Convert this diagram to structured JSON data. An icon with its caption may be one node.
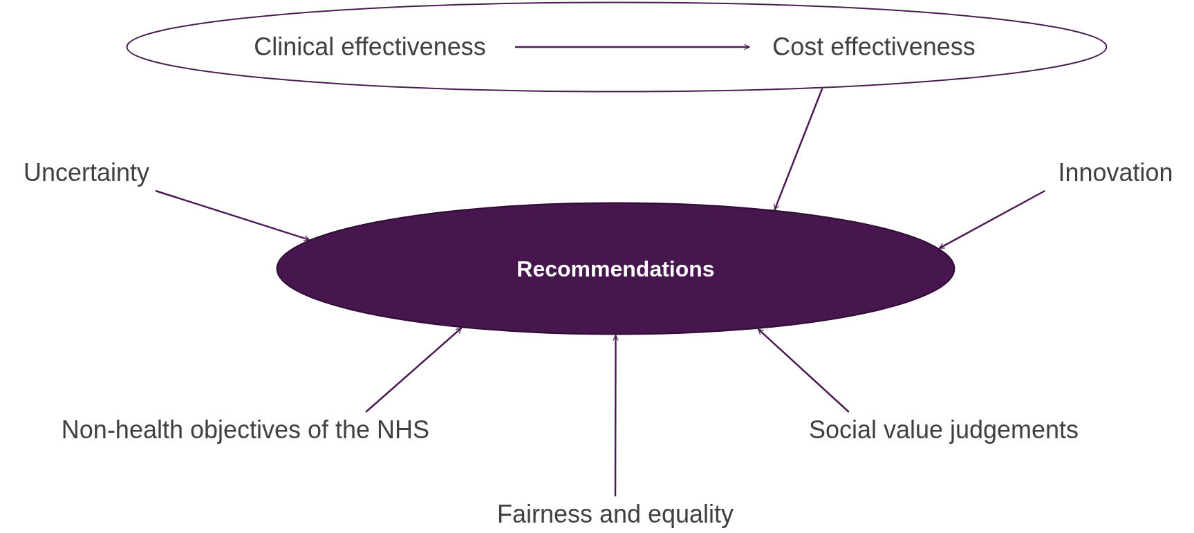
{
  "diagram": {
    "nodes": [
      {
        "text": [],
        "shape": "ellipse"
      },
      {
        "text": [
          "Clinical effectiveness"
        ],
        "in": 0
      },
      {
        "text": [
          "Cost effectiveness"
        ],
        "in": 0
      },
      {
        "text": [
          "Uncertainty"
        ]
      },
      {
        "text": [
          "Innovation"
        ]
      },
      {
        "text": [
          "Recommendations"
        ]
      },
      {
        "text": [
          "Non-health objectives of the NHS"
        ]
      },
      {
        "text": [
          "Social value judgements"
        ]
      },
      {
        "text": [
          "Fairness and equality"
        ]
      }
    ],
    "edges": [
      {
        "from": 1,
        "to": 2,
        "arrow": "to"
      },
      {
        "from": 0,
        "to": 5,
        "arrow": "to"
      },
      {
        "from": 3,
        "to": 5,
        "arrow": "to"
      },
      {
        "from": 4,
        "to": 5,
        "arrow": "to"
      },
      {
        "from": 6,
        "to": 5,
        "arrow": "to"
      },
      {
        "from": 8,
        "to": 5,
        "arrow": "to"
      },
      {
        "from": 7,
        "to": 5,
        "arrow": "to"
      }
    ]
  }
}
